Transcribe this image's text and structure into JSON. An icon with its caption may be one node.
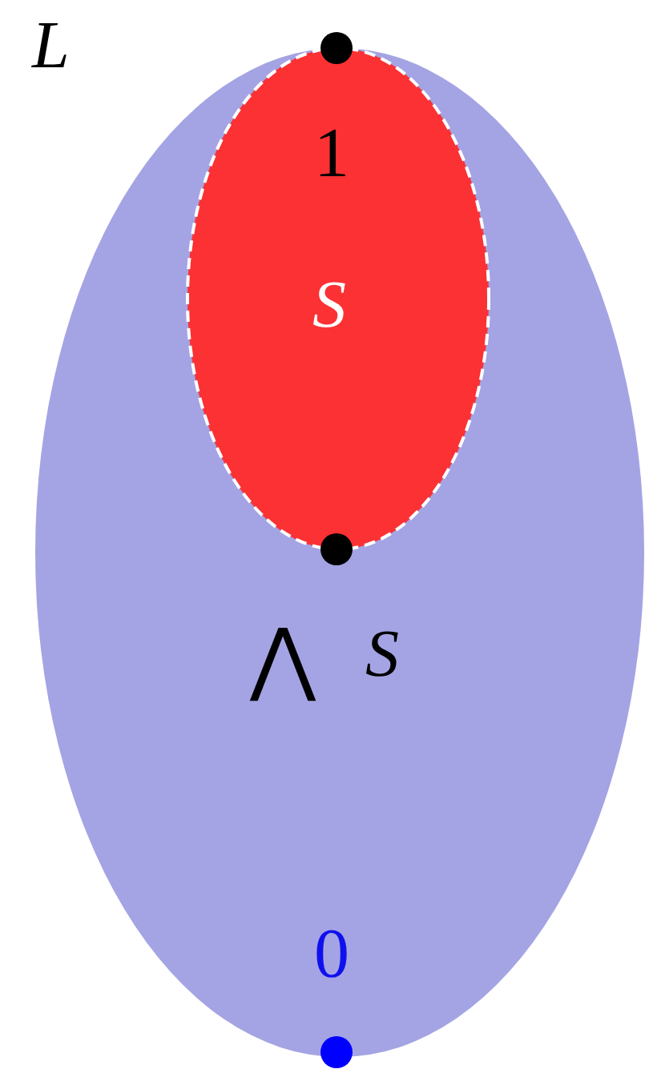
{
  "diagram": {
    "nodes": [
      {
        "text": [
          "L"
        ]
      },
      {
        "text": [
          "S"
        ],
        "in": 0
      }
    ],
    "labels": [
      "1",
      "⋀",
      "S",
      "0"
    ]
  }
}
